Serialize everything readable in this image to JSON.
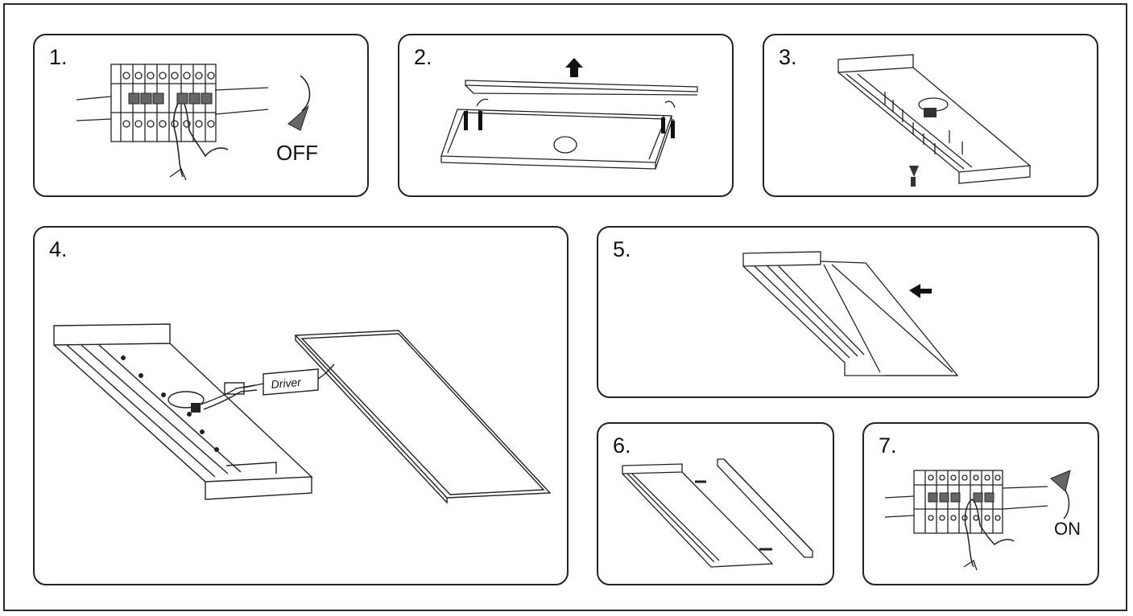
{
  "steps": [
    {
      "number": "1.",
      "label": "OFF"
    },
    {
      "number": "2."
    },
    {
      "number": "3."
    },
    {
      "number": "4.",
      "label": "Driver"
    },
    {
      "number": "5."
    },
    {
      "number": "6."
    },
    {
      "number": "7.",
      "label": "ON"
    }
  ],
  "colors": {
    "line": "#222222",
    "hatch": "#555555",
    "background": "#ffffff"
  }
}
